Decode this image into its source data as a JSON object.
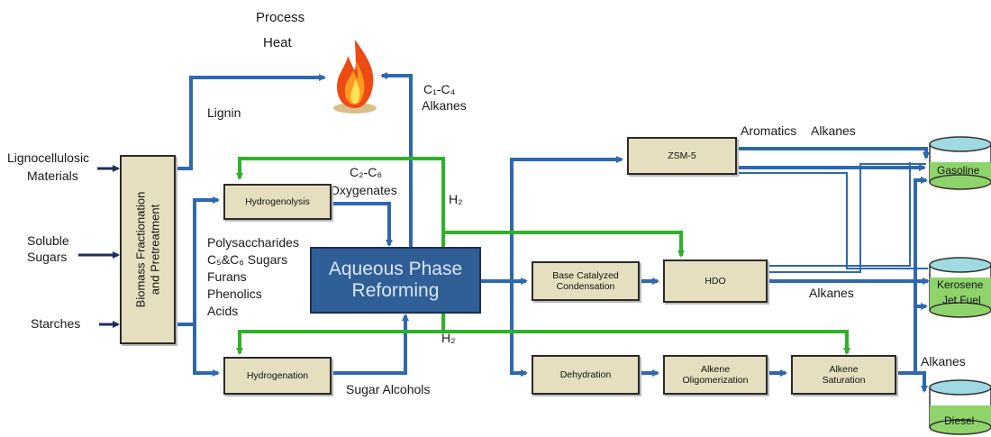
{
  "labels": {
    "process_heat_1": "Process",
    "process_heat_2": "Heat",
    "lignin": "Lignin",
    "c1c4_1": "C₁-C₄",
    "c1c4_2": "Alkanes",
    "lignocellulosic_1": "Lignocellulosic",
    "lignocellulosic_2": "Materials",
    "soluble_1": "Soluble",
    "soluble_2": "Sugars",
    "starches": "Starches",
    "c2c6_1": "C₂-C₆",
    "c2c6_2": "Oxygenates",
    "h2_top": "H₂",
    "h2_bottom": "H₂",
    "intermediates": [
      "Polysaccharides",
      "C₅&C₆ Sugars",
      "Furans",
      "Phenolics",
      "Acids"
    ],
    "sugar_alcohols": "Sugar Alcohols",
    "aromatics": "Aromatics",
    "alkanes_top": "Alkanes",
    "alkanes_mid": "Alkanes",
    "alkanes_right": "Alkanes"
  },
  "boxes": {
    "fractionation_1": "Biomass Fractionation",
    "fractionation_2": "and Pretreatment",
    "hydrogenolysis": "Hydrogenolysis",
    "hydrogenation": "Hydrogenation",
    "apr_1": "Aqueous Phase",
    "apr_2": "Reforming",
    "zsm5": "ZSM-5",
    "base_1": "Base Catalyzed",
    "base_2": "Condensation",
    "hdo": "HDO",
    "dehydration": "Dehydration",
    "oligo_1": "Alkene",
    "oligo_2": "Oligomerization",
    "sat_1": "Alkene",
    "sat_2": "Saturation"
  },
  "tanks": {
    "gasoline": "Gasoline",
    "kerosene_1": "Kerosene",
    "kerosene_2": "Jet Fuel",
    "diesel": "Diesel"
  },
  "colors": {
    "blue_arrow": "#2e68b0",
    "green_arrow": "#2fb12a",
    "box_fill": "#e5dfbf",
    "apr_fill": "#2f5f96",
    "tank_liquid": "#8fd46a",
    "tank_top": "#9fd9e2"
  }
}
